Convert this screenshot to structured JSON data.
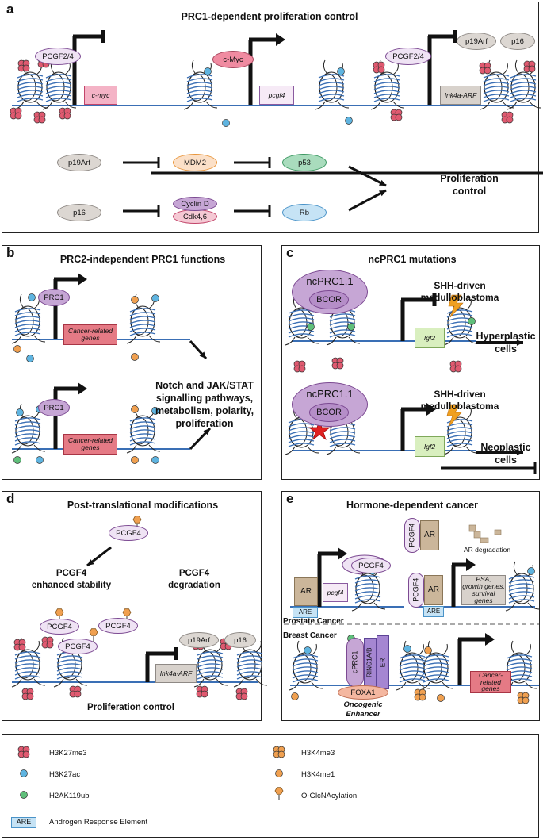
{
  "panel_a": {
    "label": "a",
    "title": "PRC1-dependent proliferation control",
    "pcgf24_1": "PCGF2/4",
    "cmyc_gene": "c-myc",
    "cmyc_prot": "c-Myc",
    "pcgf4_gene": "pcgf4",
    "pcgf24_2": "PCGF2/4",
    "p19arf_top": "p19Arf",
    "p16_top": "p16",
    "ink4a_gene": "Ink4a-ARF",
    "p19arf": "p19Arf",
    "mdm2": "MDM2",
    "p53": "p53",
    "p16": "p16",
    "cyclin": "Cyclin D",
    "cdk": "Cdk4,6",
    "rb": "Rb",
    "prolif_1": "Proliferation",
    "prolif_2": "control"
  },
  "panel_b": {
    "label": "b",
    "title": "PRC2-independent PRC1 functions",
    "prc1_top": "PRC1",
    "gene_top_1": "Cancer-related",
    "gene_top_2": "genes",
    "prc1_bot": "PRC1",
    "gene_bot_1": "Cancer-related",
    "gene_bot_2": "genes",
    "out_1": "Notch and JAK/STAT",
    "out_2": "signalling pathways,",
    "out_3": "metabolism, polarity,",
    "out_4": "proliferation"
  },
  "panel_c": {
    "label": "c",
    "title": "ncPRC1 mutations",
    "ncprc_top": "ncPRC1.1",
    "bcor_top": "BCOR",
    "igf2_top": "Igf2",
    "shh_top_1": "SHH-driven",
    "shh_top_2": "medulloblastoma",
    "res_top_1": "Hyperplastic",
    "res_top_2": "cells",
    "ncprc_bot": "ncPRC1.1",
    "bcor_bot": "BCOR",
    "igf2_bot": "Igf2",
    "shh_bot_1": "SHH-driven",
    "shh_bot_2": "medulloblastoma",
    "res_bot_1": "Neoplastic",
    "res_bot_2": "cells"
  },
  "panel_d": {
    "label": "d",
    "title": "Post-translational modifications",
    "pcgf4_top": "PCGF4",
    "left_1": "PCGF4",
    "left_2": "enhanced stability",
    "right_1": "PCGF4",
    "right_2": "degradation",
    "pcgf4_a": "PCGF4",
    "pcgf4_b": "PCGF4",
    "pcgf4_c": "PCGF4",
    "p19arf": "p19Arf",
    "p16": "p16",
    "ink4a": "Ink4a-ARF",
    "bottom": "Proliferation control"
  },
  "panel_e": {
    "label": "e",
    "title": "Hormone-dependent cancer",
    "pcgf4_vert_top": "PCGF4",
    "ar_top": "AR",
    "ar_deg": "AR degradation",
    "pcgf4_oval": "PCGF4",
    "ar_left": "AR",
    "are_left": "ARE",
    "pcgf4_gene": "pcgf4",
    "pcgf4_vert_mid": "PCGF4",
    "ar_mid": "AR",
    "are_mid": "ARE",
    "psa_1": "PSA,",
    "psa_2": "growth genes,",
    "psa_3": "survival genes",
    "prostate": "Prostate Cancer",
    "breast": "Breast Cancer",
    "cprc1": "cPRC1",
    "ring": "RING1A/B",
    "er": "ER",
    "foxa1": "FOXA1",
    "enh_1": "Oncogenic",
    "enh_2": "Enhancer",
    "cancer_1": "Cancer-related",
    "cancer_2": "genes"
  },
  "legend": {
    "h3k27me3": "H3K27me3",
    "h3k27ac": "H3K27ac",
    "h2ak119ub": "H2AK119ub",
    "are_box": "ARE",
    "are_label": "Androgen Response Element",
    "h3k4me3": "H3K4me3",
    "h3k4me1": "H3K4me1",
    "oglc": "O-GlcNAcylation"
  },
  "colors": {
    "dna": "#3a6fb5",
    "h3k27me3": "#e05a70",
    "h3k27ac": "#5fb4e0",
    "h2ak119ub": "#5fbf7a",
    "h3k4": "#f0a050",
    "cancer_gene": "#e57a85",
    "igf2": "#d9efbf",
    "ink4a": "#d8d2cc"
  }
}
